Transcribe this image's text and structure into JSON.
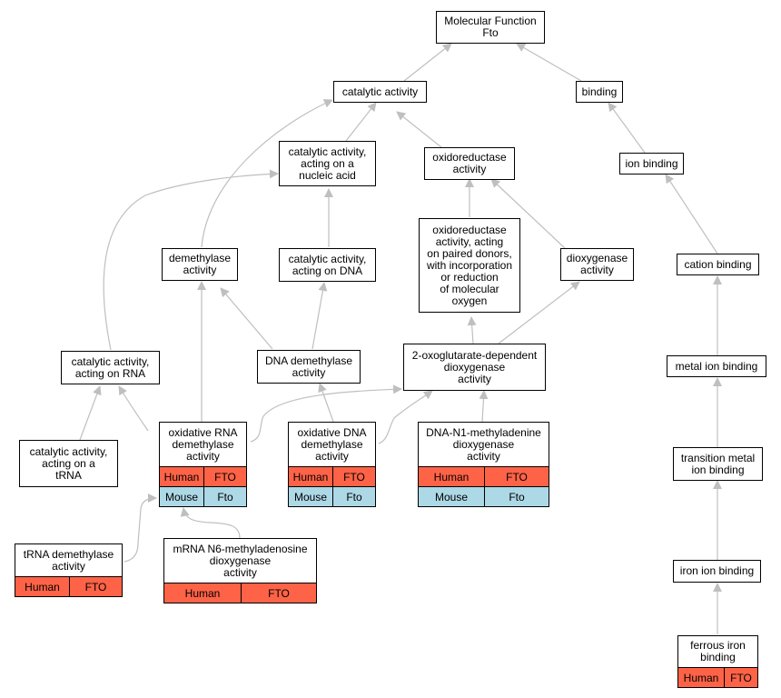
{
  "colors": {
    "edge": "#bfbfbf",
    "human": "#ff6347",
    "mouse": "#add8e6"
  },
  "nodes": {
    "root": "Molecular Function\nFto",
    "catalytic": "catalytic activity",
    "binding": "binding",
    "cat_nucleic": "catalytic activity,\nacting on a\nnucleic acid",
    "oxidoreductase": "oxidoreductase\nactivity",
    "ion_binding": "ion binding",
    "oxido_paired": "oxidoreductase\nactivity, acting\non paired donors,\nwith incorporation\nor reduction\nof molecular\noxygen",
    "demethylase": "demethylase\nactivity",
    "cat_dna": "catalytic activity,\nacting on DNA",
    "dioxygenase": "dioxygenase\nactivity",
    "cation_binding": "cation binding",
    "cat_rna": "catalytic activity,\nacting on RNA",
    "dna_demethylase": "DNA demethylase\nactivity",
    "oxoglutarate": "2-oxoglutarate-dependent\ndioxygenase\nactivity",
    "metal_ion": "metal ion binding",
    "cat_trna": "catalytic activity,\nacting on a\ntRNA",
    "transition_metal": "transition metal\nion binding",
    "iron_ion": "iron ion binding"
  },
  "annotated": {
    "ox_rna": {
      "label": "oxidative RNA\ndemethylase\nactivity",
      "human": [
        "Human",
        "FTO"
      ],
      "mouse": [
        "Mouse",
        "Fto"
      ]
    },
    "ox_dna": {
      "label": "oxidative DNA\ndemethylase\nactivity",
      "human": [
        "Human",
        "FTO"
      ],
      "mouse": [
        "Mouse",
        "Fto"
      ]
    },
    "dna_n1": {
      "label": "DNA-N1-methyladenine\ndioxygenase\nactivity",
      "human": [
        "Human",
        "FTO"
      ],
      "mouse": [
        "Mouse",
        "Fto"
      ]
    },
    "trna_demethylase": {
      "label": "tRNA demethylase\nactivity",
      "human": [
        "Human",
        "FTO"
      ]
    },
    "mrna_n6": {
      "label": "mRNA N6-methyladenosine\ndioxygenase\nactivity",
      "human": [
        "Human",
        "FTO"
      ]
    },
    "ferrous": {
      "label": "ferrous iron\nbinding",
      "human": [
        "Human",
        "FTO"
      ]
    }
  }
}
